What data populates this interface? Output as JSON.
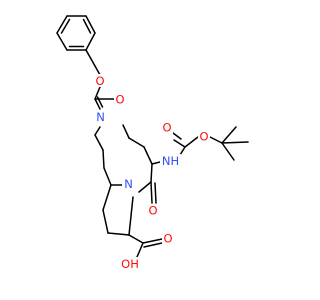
{
  "atoms": {
    "ester_o": {
      "text": "O",
      "color": "#ff0d0d"
    },
    "cbz_carbonyl_o": {
      "text": "O",
      "color": "#ff0d0d"
    },
    "ring_n": {
      "text": "N",
      "color": "#3050f8"
    },
    "boc_carbonyl_o": {
      "text": "O",
      "color": "#ff0d0d"
    },
    "boc_ester_o": {
      "text": "O",
      "color": "#ff0d0d"
    },
    "amide_nh": {
      "text": "NH",
      "color": "#3050f8"
    },
    "bridge_n": {
      "text": "N",
      "color": "#3050f8"
    },
    "lactam_o": {
      "text": "O",
      "color": "#ff0d0d"
    },
    "acid_carbonyl_o": {
      "text": "O",
      "color": "#ff0d0d"
    },
    "acid_oh": {
      "text": "OH",
      "color": "#ff0d0d"
    }
  }
}
